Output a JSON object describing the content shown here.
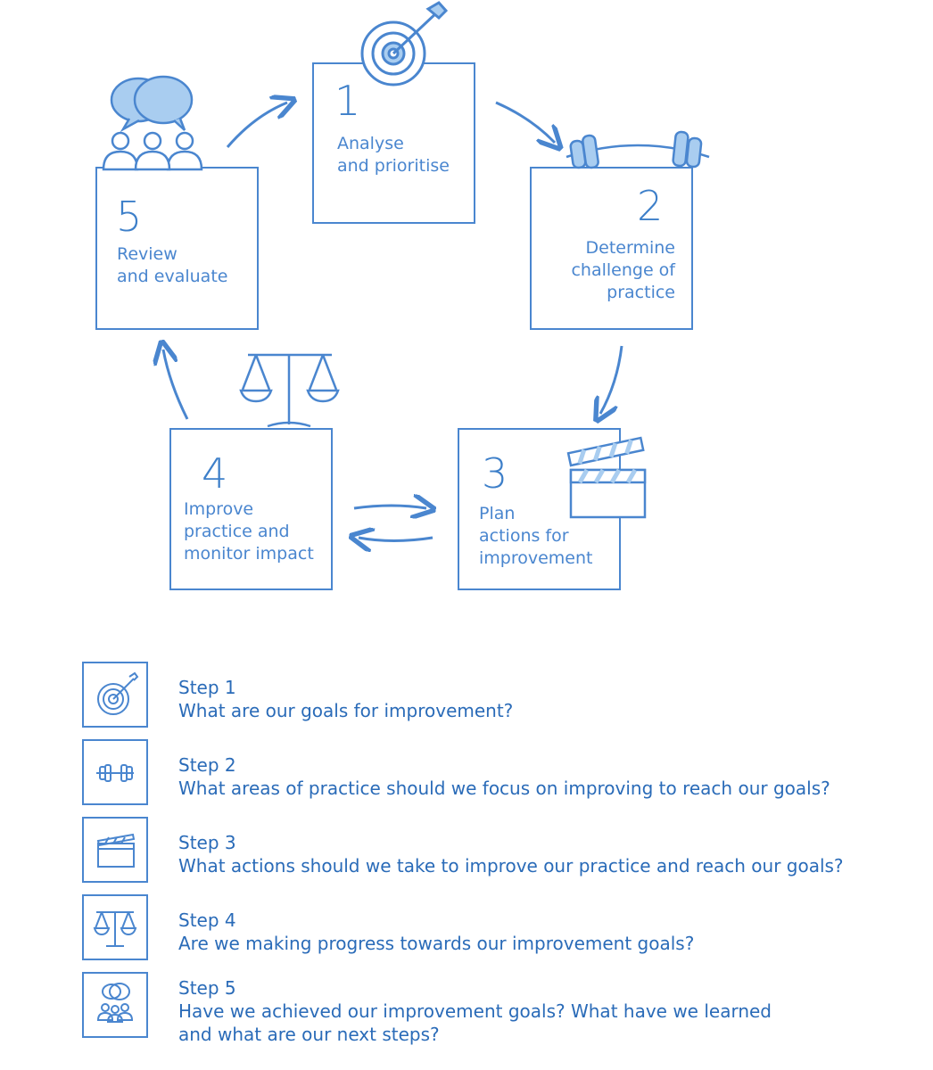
{
  "diagram": {
    "nodes": [
      {
        "number": "1",
        "label": "Analyse\nand prioritise",
        "icon": "target-icon"
      },
      {
        "number": "2",
        "label": "Determine\nchallenge of\npractice",
        "icon": "dumbbell-icon"
      },
      {
        "number": "3",
        "label": "Plan\nactions for\nimprovement",
        "icon": "clapperboard-icon"
      },
      {
        "number": "4",
        "label": "Improve\npractice and\nmonitor impact",
        "icon": "scales-icon"
      },
      {
        "number": "5",
        "label": "Review\nand evaluate",
        "icon": "discussion-group-icon"
      }
    ],
    "edges": [
      {
        "from": "5",
        "to": "1"
      },
      {
        "from": "1",
        "to": "2"
      },
      {
        "from": "2",
        "to": "3"
      },
      {
        "from": "3",
        "to": "4"
      },
      {
        "from": "4",
        "to": "3"
      },
      {
        "from": "4",
        "to": "5"
      }
    ]
  },
  "steps": [
    {
      "title": "Step 1",
      "question": "What are our goals for improvement?",
      "icon": "target-icon"
    },
    {
      "title": "Step 2",
      "question": "What areas of practice should we focus on improving to reach our goals?",
      "icon": "dumbbell-icon"
    },
    {
      "title": "Step 3",
      "question": "What actions should we take to improve our practice and reach our goals?",
      "icon": "clapperboard-icon"
    },
    {
      "title": "Step 4",
      "question": "Are we making progress towards our improvement goals?",
      "icon": "scales-icon"
    },
    {
      "title": "Step 5",
      "question": "Have we achieved our improvement goals? What have we learned\nand what are our next steps?",
      "icon": "discussion-group-icon"
    }
  ],
  "colors": {
    "primary": "#4a86cf",
    "light_fill": "#a9cdf0",
    "text": "#3d7fc9"
  }
}
